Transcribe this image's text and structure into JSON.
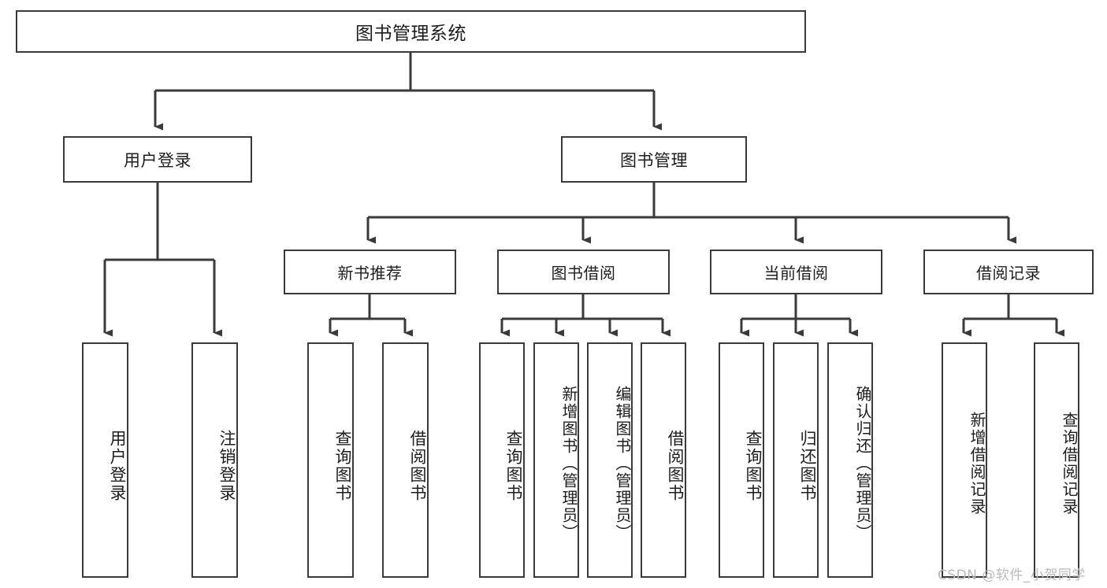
{
  "diagram": {
    "title": "图书管理系统",
    "type": "hierarchy-tree",
    "watermark": "CSDN @软件_小贺同学",
    "colors": {
      "stroke": "#3a3a3a",
      "fill": "#ffffff",
      "text": "#1d1d1d",
      "watermark": "#b9b9b9"
    },
    "root": {
      "label": "图书管理系统"
    },
    "level1": [
      {
        "label": "用户登录"
      },
      {
        "label": "图书管理"
      }
    ],
    "level2": [
      {
        "label": "新书推荐"
      },
      {
        "label": "图书借阅"
      },
      {
        "label": "当前借阅"
      },
      {
        "label": "借阅记录"
      }
    ],
    "leaves": {
      "user_login": [
        {
          "label": "用户登录"
        },
        {
          "label": "注销登录"
        }
      ],
      "new_book_recommend": [
        {
          "label": "查询图书"
        },
        {
          "label": "借阅图书"
        }
      ],
      "book_borrow": [
        {
          "label": "查询图书"
        },
        {
          "label": "新增图书（管理员）"
        },
        {
          "label": "编辑图书（管理员）"
        },
        {
          "label": "借阅图书"
        }
      ],
      "current_borrow": [
        {
          "label": "查询图书"
        },
        {
          "label": "归还图书"
        },
        {
          "label": "确认归还（管理员）"
        }
      ],
      "borrow_record": [
        {
          "label": "新增借阅记录"
        },
        {
          "label": "查询借阅记录"
        }
      ]
    }
  }
}
